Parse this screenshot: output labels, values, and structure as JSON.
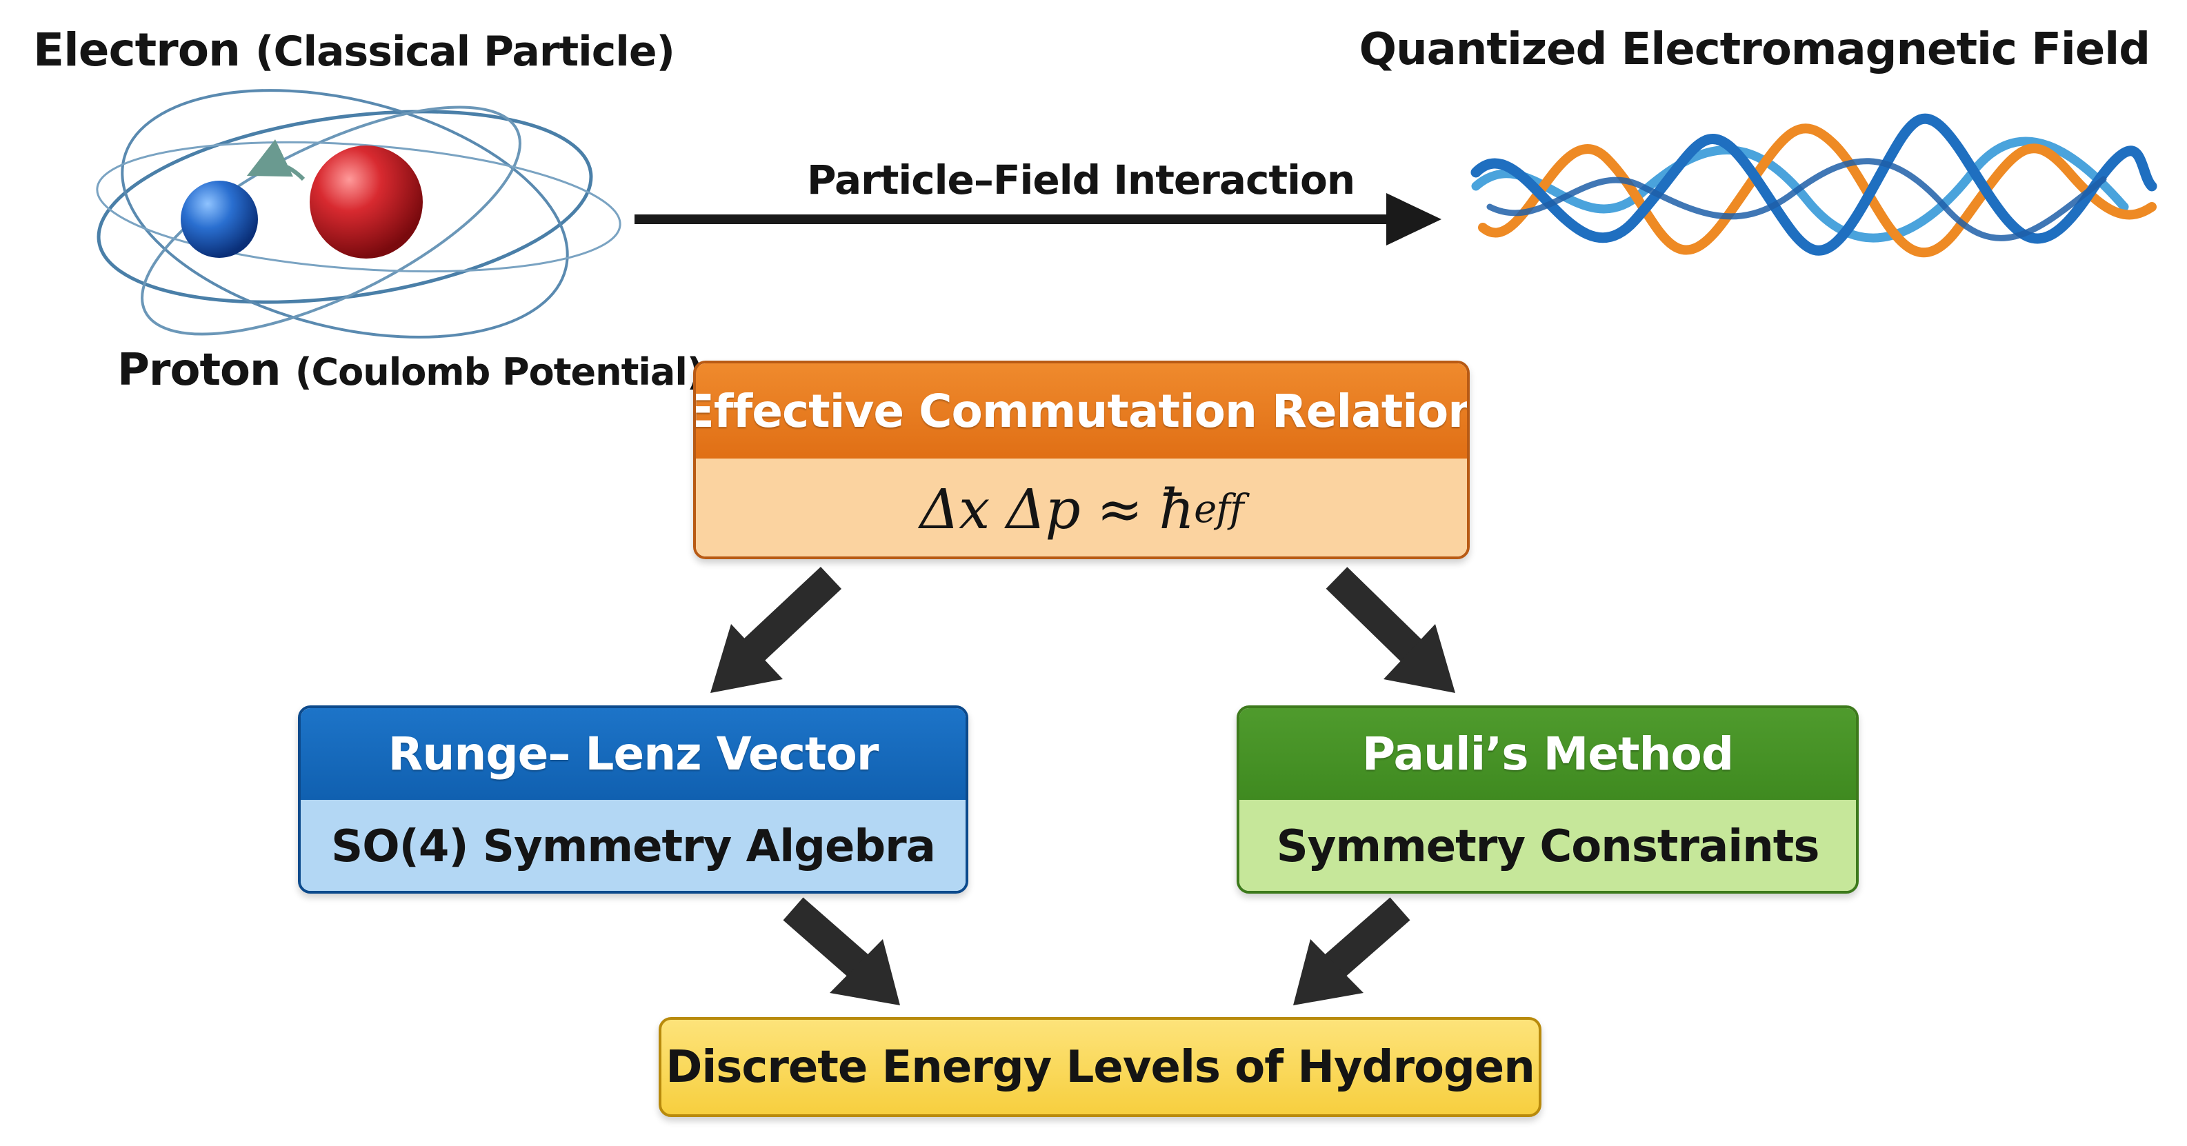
{
  "top": {
    "electron_label": "Electron",
    "electron_paren": "(Classical Particle)",
    "proton_label": "Proton",
    "proton_paren": "(Coulomb Potential)",
    "field_label": "Quantized Electromagnetic Field",
    "interaction_label": "Particle–Field Interaction"
  },
  "commutation": {
    "title": "Effective Commutation Relation",
    "formula_main": "Δx Δp ≈ ħ",
    "formula_sub": "eff"
  },
  "runge": {
    "title": "Runge– Lenz Vector",
    "subtitle": "SO(4) Symmetry Algebra"
  },
  "pauli": {
    "title": "Pauli’s Method",
    "subtitle": "Symmetry Constraints"
  },
  "result": {
    "title": "Discrete Energy Levels of Hydrogen"
  },
  "colors": {
    "electron": "#1f5fbf",
    "proton": "#c81e24",
    "wave_blue": "#1f6fc0",
    "wave_orange": "#ee8a24",
    "wave_light_blue": "#4aa3dc",
    "orbit": "#4a7fa8",
    "arrow": "#2b2b2b"
  }
}
